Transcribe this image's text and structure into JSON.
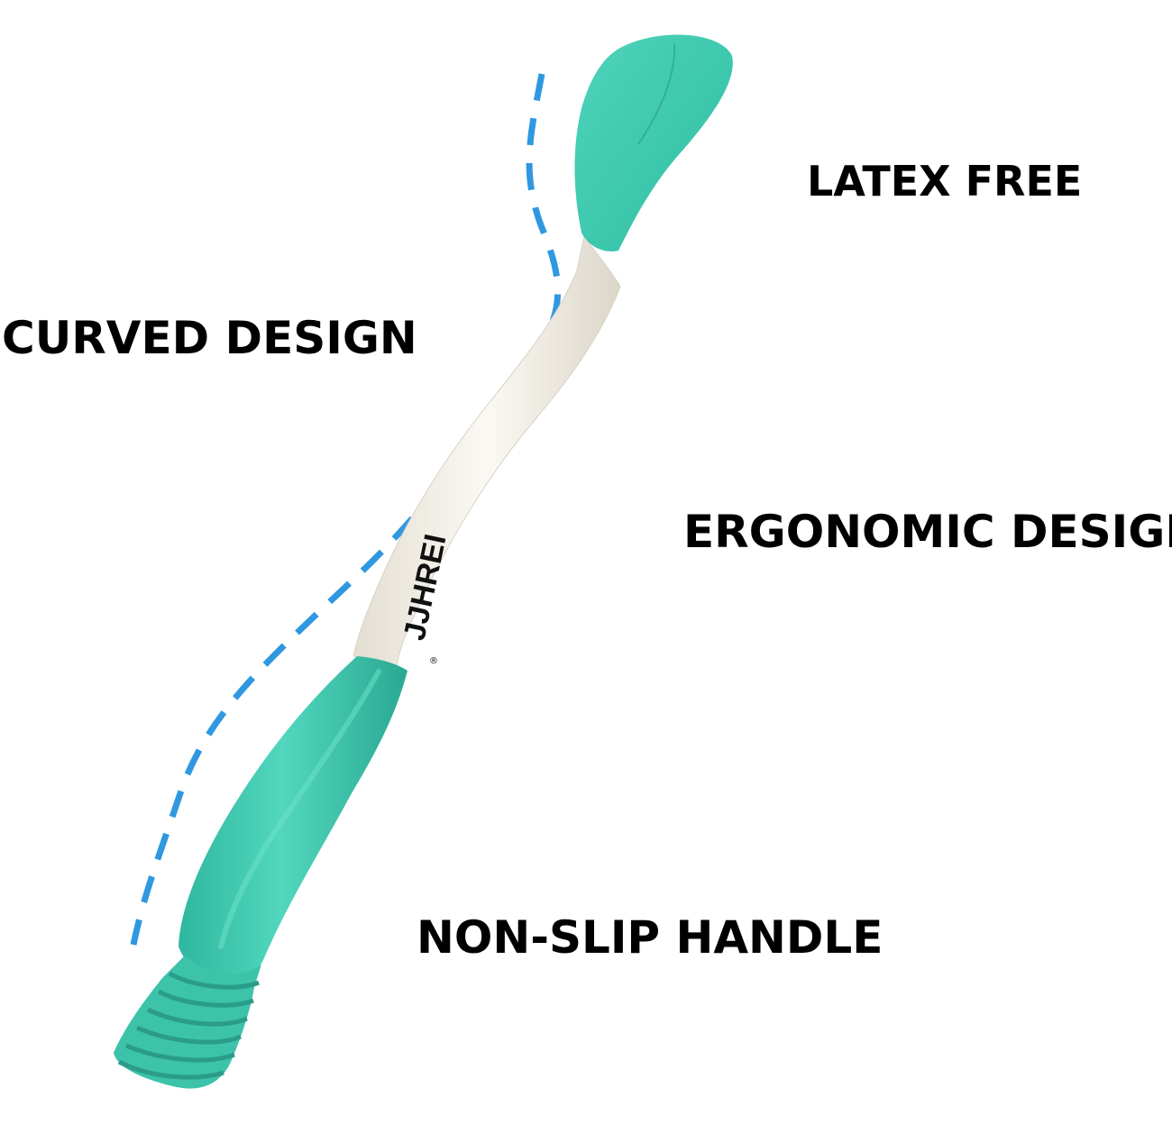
{
  "labels": {
    "latex_free": "LATEX FREE",
    "curved_design": "CURVED DESIGN",
    "ergonomic_design": "ERGONOMIC DESIGN",
    "non_slip_handle": "NON-SLIP HANDLE"
  },
  "product": {
    "brand": "JJHREI",
    "registered_mark": "®"
  },
  "colors": {
    "background": "#ffffff",
    "rubber_green": "#3fc9b0",
    "rubber_green_dark": "#2aa893",
    "shaft_white": "#f4f1ea",
    "dash_blue": "#2f98e0",
    "text": "#000000"
  }
}
